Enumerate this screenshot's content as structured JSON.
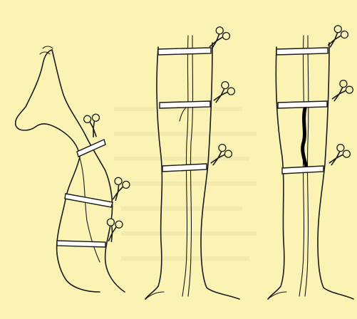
{
  "diagram": {
    "figures": [
      {
        "id": "bent-leg",
        "tourniquets": 3
      },
      {
        "id": "straight-leg-normal",
        "tourniquets": 3
      },
      {
        "id": "straight-leg-varicose",
        "tourniquets": 3,
        "highlighted_vein": true
      }
    ],
    "colors": {
      "background": "#fbf3b3",
      "ink": "#1a1a1a",
      "band_fill": "#ffffff"
    },
    "icons": [
      "scissors-clamp-icon",
      "tourniquet-band"
    ]
  }
}
